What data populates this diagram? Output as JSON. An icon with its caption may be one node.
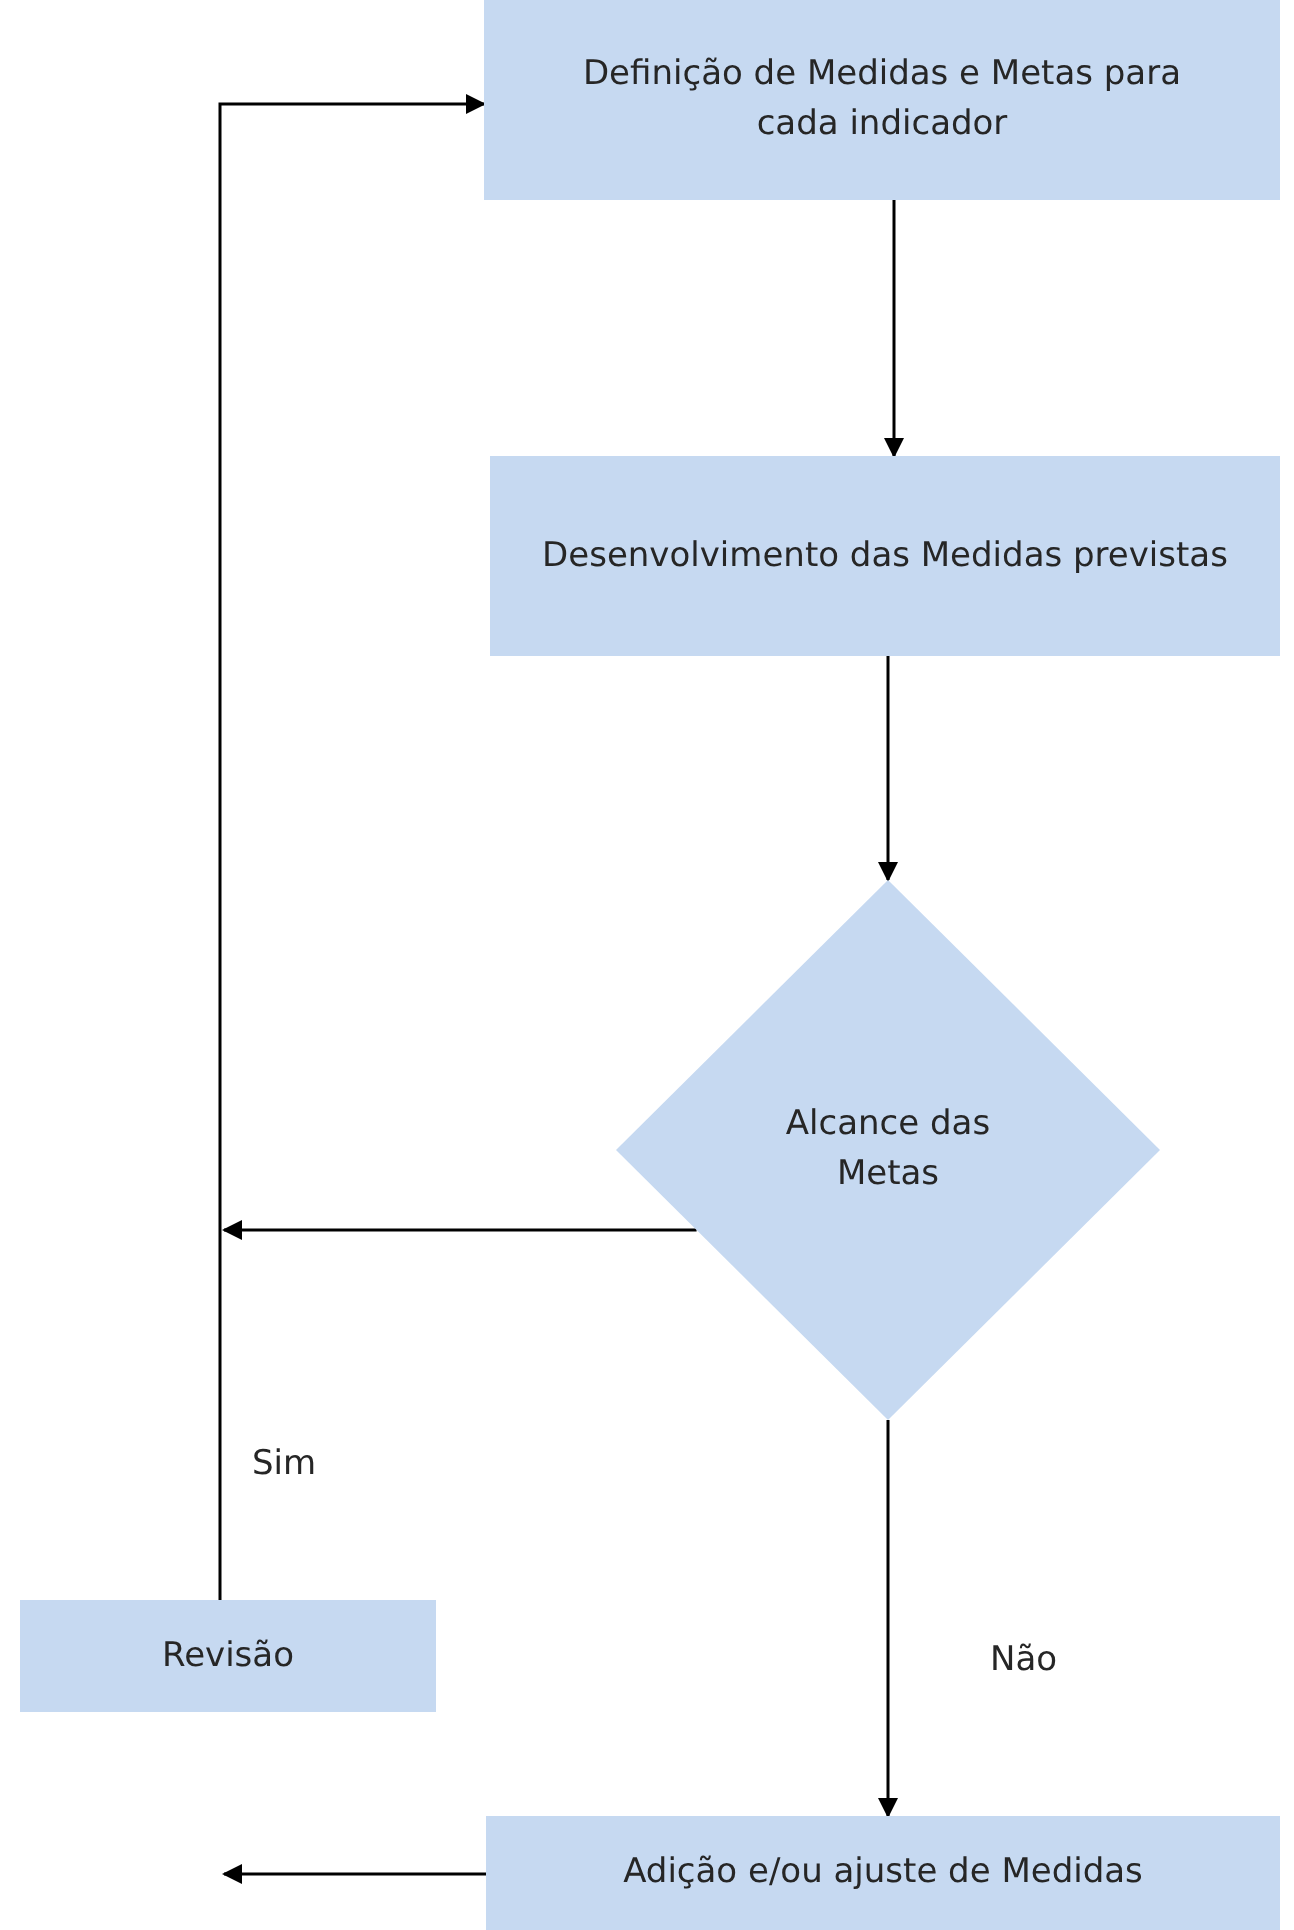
{
  "diagram": {
    "nodes": [
      {
        "text": [
          "Definição de Medidas e Metas para cada indicador"
        ]
      },
      {
        "text": [
          "Desenvolvimento das Medidas previstas"
        ]
      },
      {
        "text": [
          "Alcance das Metas"
        ]
      },
      {
        "text": [
          "Revisão"
        ]
      },
      {
        "text": [
          "Adição e/ou ajuste de Medidas"
        ]
      }
    ],
    "edges": [
      {
        "from": 0,
        "to": 1,
        "arrow": "to"
      },
      {
        "from": 1,
        "to": 2,
        "arrow": "to"
      },
      {
        "from": 2,
        "to": null,
        "arrow": "to"
      },
      {
        "from": 3,
        "to": 0,
        "arrow": "to",
        "label": "Sim"
      },
      {
        "from": 2,
        "to": 4,
        "arrow": "to",
        "label": "Não"
      },
      {
        "from": 4,
        "to": null,
        "arrow": "to"
      }
    ]
  }
}
